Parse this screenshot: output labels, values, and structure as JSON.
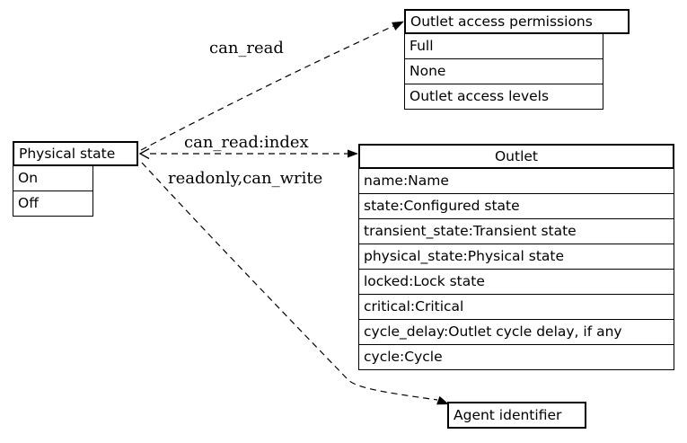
{
  "diagram": {
    "background_color": "#ffffff",
    "line_color": "#000000",
    "text_color": "#000000",
    "nodes": {
      "physical_state": {
        "title": "Physical state",
        "rows": [
          "On",
          "Off"
        ]
      },
      "outlet_access_permissions": {
        "title": "Outlet access permissions",
        "rows": [
          "Full",
          "None",
          "Outlet access levels"
        ]
      },
      "outlet": {
        "title": "Outlet",
        "rows": [
          "name:Name",
          "state:Configured state",
          "transient_state:Transient state",
          "physical_state:Physical state",
          "locked:Lock state",
          "critical:Critical",
          "cycle_delay:Outlet cycle delay, if any",
          "cycle:Cycle"
        ]
      },
      "agent_identifier": {
        "title": "Agent identifier"
      }
    },
    "edges": [
      {
        "label": "can_read",
        "from": "Physical state",
        "to": "Outlet access permissions",
        "style": "dashed"
      },
      {
        "label": "can_read:index",
        "from": "Physical state",
        "to": "Outlet",
        "style": "dashed"
      },
      {
        "label": "readonly,can_write",
        "from": "Physical state",
        "to": "Agent identifier",
        "style": "dashed"
      }
    ]
  }
}
